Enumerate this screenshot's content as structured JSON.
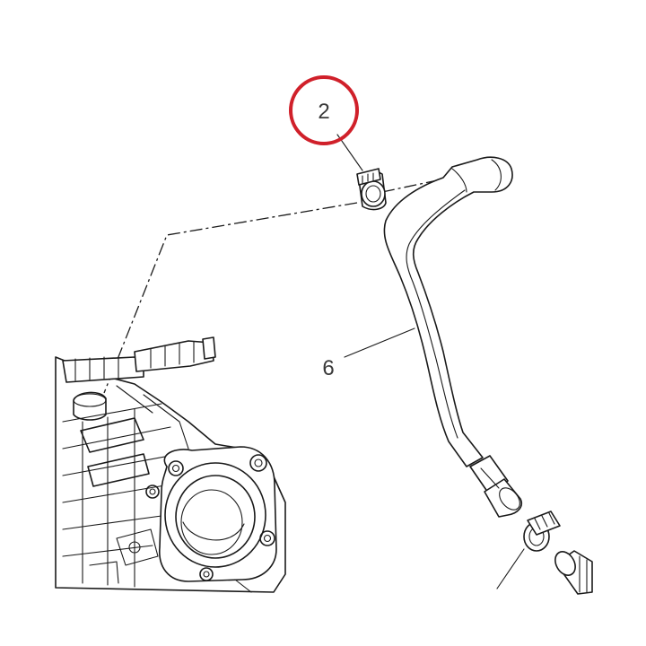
{
  "callouts": [
    {
      "id": "clamp",
      "label": "2",
      "highlighted": true
    },
    {
      "id": "hose",
      "label": "6",
      "highlighted": false
    }
  ],
  "colors": {
    "highlight_ring": "#d0202a",
    "line_art": "#1a1a1a",
    "callout_text": "#3a3a3a"
  }
}
